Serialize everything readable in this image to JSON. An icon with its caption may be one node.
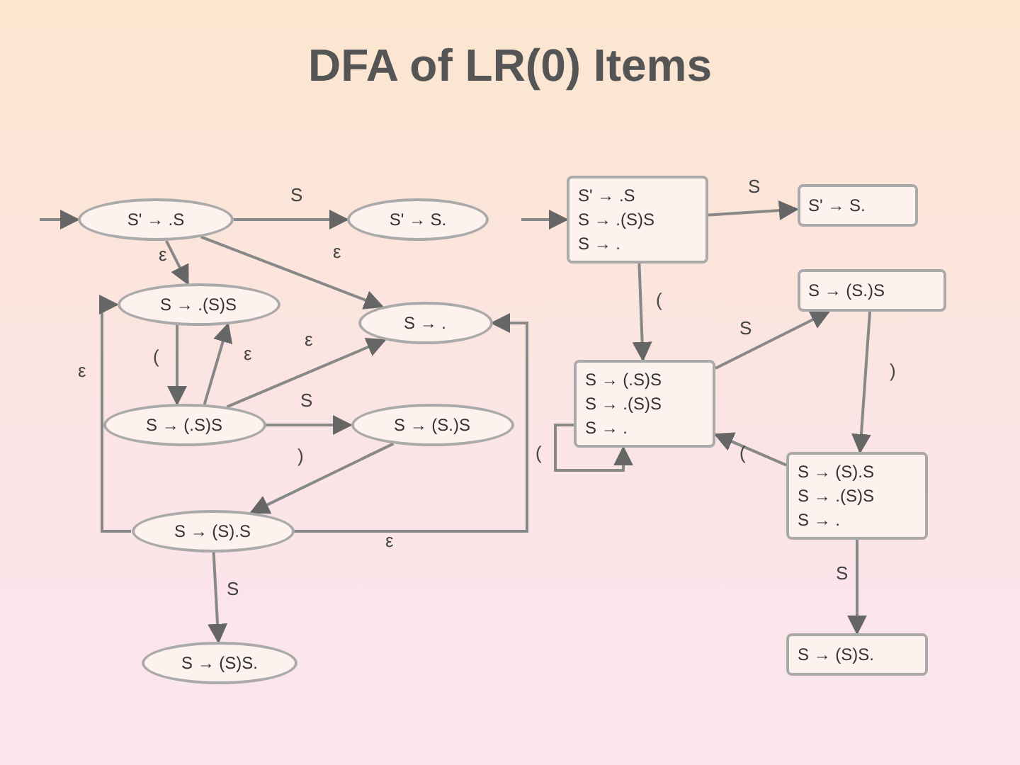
{
  "diagram": {
    "title": "DFA of LR(0) Items",
    "nodes": [
      {
        "text": [
          "S' → .S"
        ]
      },
      {
        "text": [
          "S' → S."
        ]
      },
      {
        "text": [
          "S → .(S)S"
        ]
      },
      {
        "text": [
          "S → ."
        ]
      },
      {
        "text": [
          "S → (.S)S"
        ]
      },
      {
        "text": [
          "S → (S.)S"
        ]
      },
      {
        "text": [
          "S → (S).S"
        ]
      },
      {
        "text": [
          "S → (S)S."
        ]
      },
      {
        "text": [
          "S' → .S",
          "S → .(S)S",
          "S → ."
        ]
      },
      {
        "text": [
          "S' → S."
        ]
      },
      {
        "text": [
          "S → (.S)S",
          "S → .(S)S",
          "S → ."
        ]
      },
      {
        "text": [
          "S → (S.)S"
        ]
      },
      {
        "text": [
          "S → (S).S",
          "S → .(S)S",
          "S → ."
        ]
      },
      {
        "text": [
          "S → (S)S."
        ]
      }
    ],
    "edges": [
      {
        "from": null,
        "to": 0,
        "arrow": "to"
      },
      {
        "from": 0,
        "to": 1,
        "arrow": "to",
        "label": "S"
      },
      {
        "from": 0,
        "to": 2,
        "arrow": "to",
        "label": "ε"
      },
      {
        "from": 0,
        "to": 3,
        "arrow": "to",
        "label": "ε"
      },
      {
        "from": 2,
        "to": 4,
        "arrow": "to",
        "label": "("
      },
      {
        "from": 4,
        "to": 2,
        "arrow": "to",
        "label": "ε"
      },
      {
        "from": 4,
        "to": 3,
        "arrow": "to",
        "label": "ε"
      },
      {
        "from": 4,
        "to": 5,
        "arrow": "to",
        "label": "S"
      },
      {
        "from": 5,
        "to": 6,
        "arrow": "to",
        "label": ")"
      },
      {
        "from": 6,
        "to": 2,
        "arrow": "to",
        "label": "ε"
      },
      {
        "from": 6,
        "to": 3,
        "arrow": "to",
        "label": "ε"
      },
      {
        "from": 6,
        "to": 7,
        "arrow": "to",
        "label": "S"
      },
      {
        "from": null,
        "to": 8,
        "arrow": "to"
      },
      {
        "from": 8,
        "to": 9,
        "arrow": "to",
        "label": "S"
      },
      {
        "from": 8,
        "to": 10,
        "arrow": "to",
        "label": "("
      },
      {
        "from": 10,
        "to": 10,
        "arrow": "to",
        "label": "("
      },
      {
        "from": 10,
        "to": 11,
        "arrow": "to",
        "label": "S"
      },
      {
        "from": 11,
        "to": 12,
        "arrow": "to",
        "label": ")"
      },
      {
        "from": 12,
        "to": 10,
        "arrow": "to",
        "label": "("
      },
      {
        "from": 12,
        "to": 13,
        "arrow": "to",
        "label": "S"
      }
    ]
  }
}
